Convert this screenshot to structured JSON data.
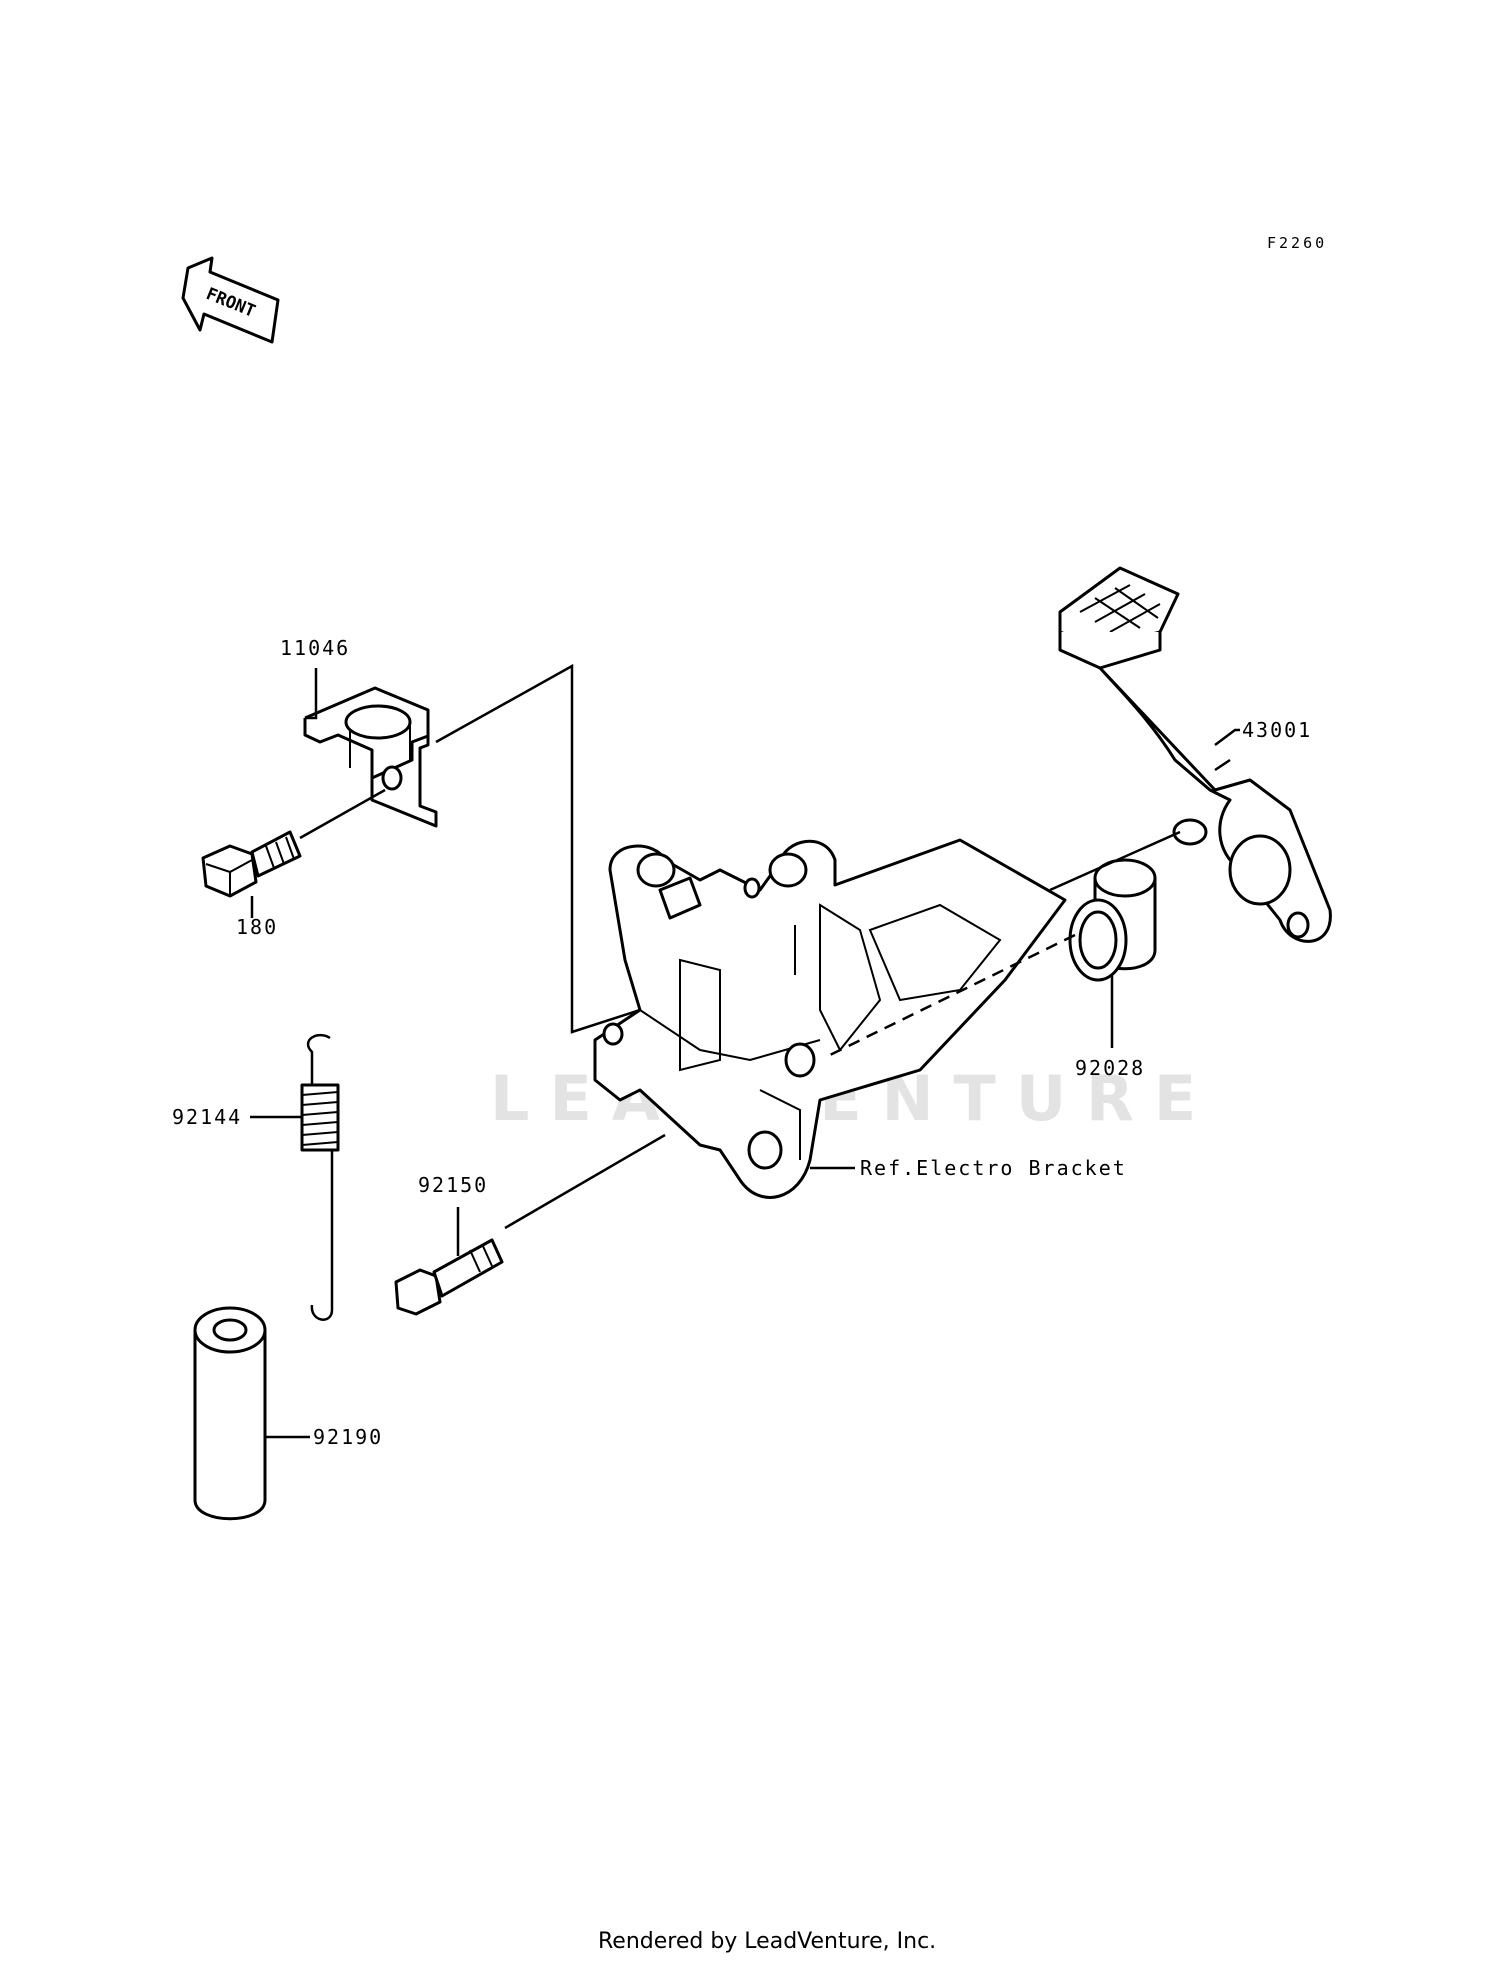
{
  "diagram": {
    "code": "F2260",
    "front_label": "FRONT",
    "watermark": "LEADVENTURE",
    "footer": "Rendered by LeadVenture, Inc.",
    "callouts": {
      "p11046": "11046",
      "p180": "180",
      "p43001": "43001",
      "p92028": "92028",
      "p92144": "92144",
      "p92150": "92150",
      "p92190": "92190",
      "ref_bracket": "Ref.Electro Bracket"
    }
  }
}
